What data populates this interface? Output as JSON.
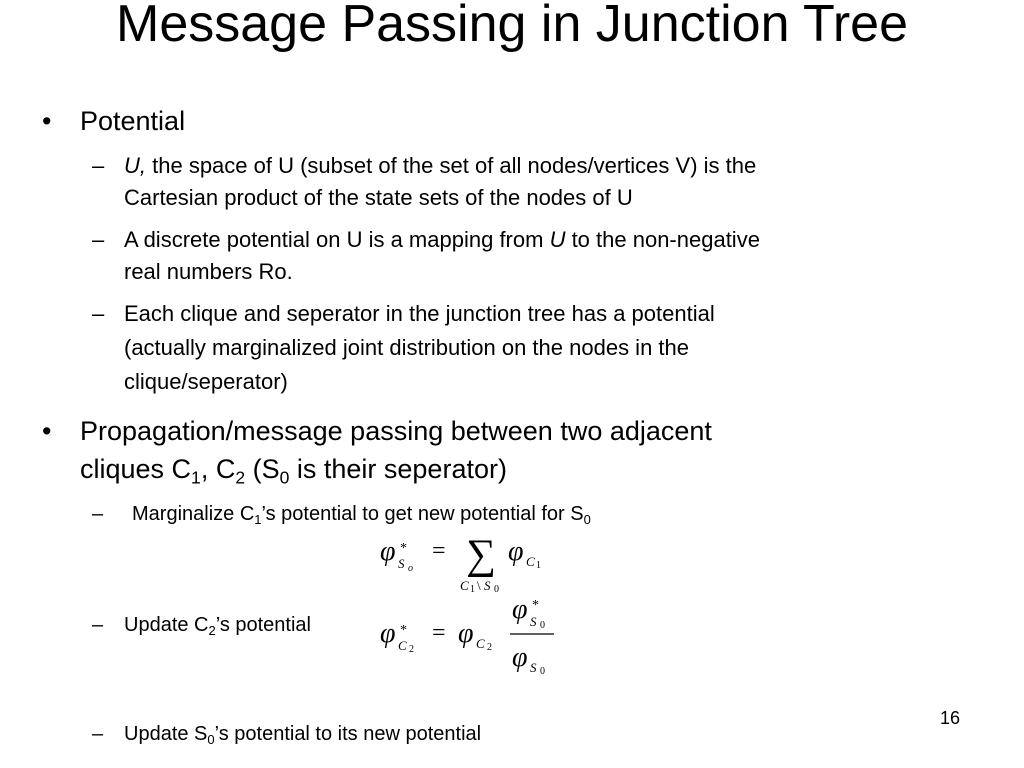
{
  "slide": {
    "title": "Message Passing in Junction Tree",
    "page_number": "16",
    "bullets": {
      "potential": {
        "label": "Potential",
        "sub1": {
          "term": "U,",
          "text": "the space of U (subset of the set of all nodes/vertices V) is the",
          "text2": "Cartesian product of the state sets of the nodes of U"
        },
        "sub2": {
          "line1_pre": "A discrete potential on U is a mapping from ",
          "line1_term": "U",
          "line1_post": " to the non-negative",
          "line2": "real numbers Ro."
        },
        "sub3": {
          "line1": "Each clique and seperator in the junction tree has a potential",
          "line2": "(actually marginalized joint distribution on the nodes in the",
          "line3": "clique/seperator)"
        }
      },
      "propagation": {
        "line1": "Propagation/message passing between two adjacent",
        "line2_a": "cliques C",
        "line2_b": "1",
        "line2_c": ", C",
        "line2_d": "2",
        "line2_e": " (S",
        "line2_f": "0",
        "line2_g": " is their seperator)",
        "step1": {
          "a": "Marginalize C",
          "b": "1",
          "c": "’s potential to get new potential for S",
          "d": "0"
        },
        "step2": {
          "a": "Update C",
          "b": "2",
          "c": "’s potential"
        },
        "step3": {
          "a": "Update S",
          "b": "0",
          "c": "’s potential to its new potential"
        }
      }
    },
    "bullet_symbol": "•",
    "dash_symbol": "–"
  }
}
